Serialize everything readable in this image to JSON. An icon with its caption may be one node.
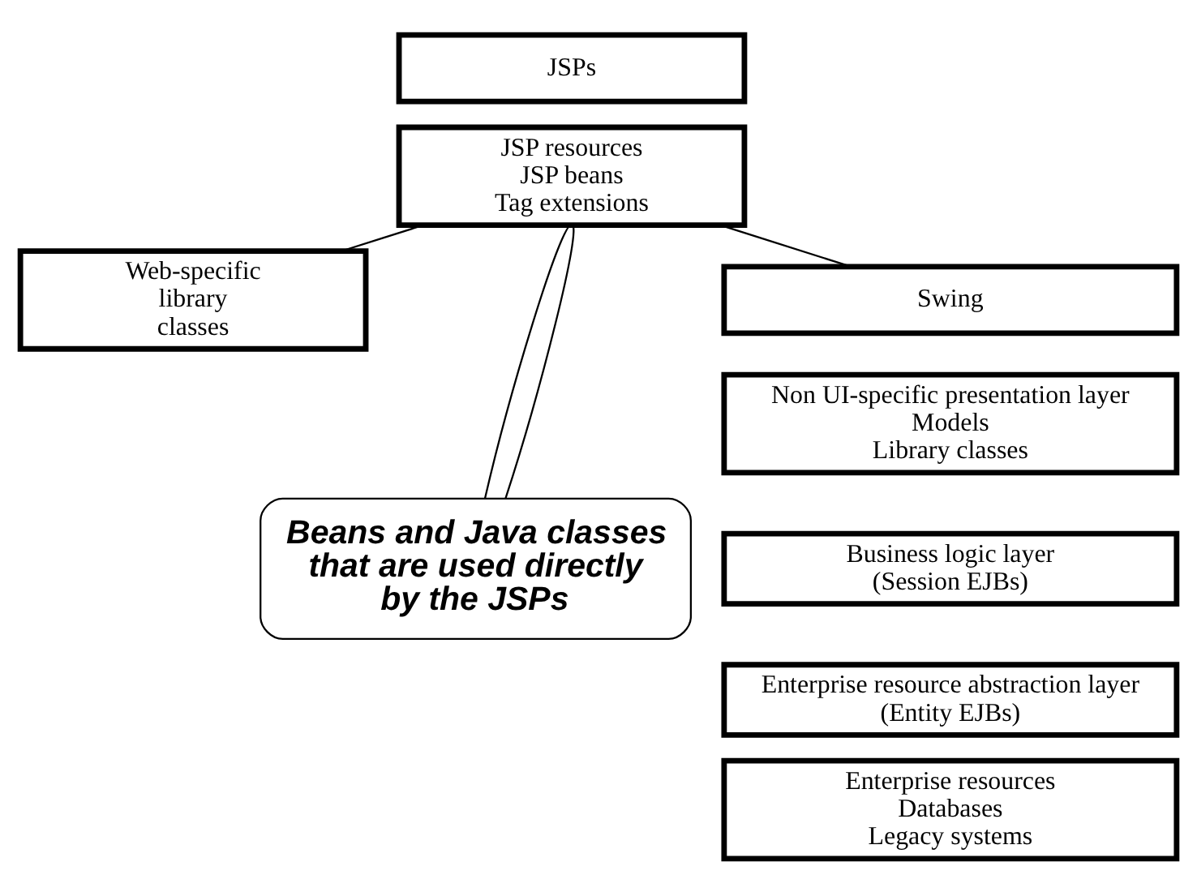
{
  "diagram": {
    "nodes": [
      {
        "text": [
          "JSPs"
        ]
      },
      {
        "text": [
          "JSP resources",
          "JSP beans",
          "Tag extensions"
        ]
      },
      {
        "text": [
          "Web-specific library classes"
        ]
      },
      {
        "text": [
          "Swing"
        ]
      },
      {
        "text": [
          "Non UI-specific presentation layer",
          "Models",
          "Library classes"
        ]
      },
      {
        "text": [
          "Business logic layer",
          "(Session EJBs)"
        ]
      },
      {
        "text": [
          "Enterprise resource abstraction layer",
          "(Entity EJBs)"
        ]
      },
      {
        "text": [
          "Enterprise resources",
          "Databases",
          "Legacy systems"
        ]
      },
      {
        "text": [
          "Beans and Java classes that are used directly by the JSPs"
        ]
      }
    ],
    "edges": [
      {
        "from": 1,
        "to": 2,
        "arrow": "none"
      },
      {
        "from": 1,
        "to": 3,
        "arrow": "none"
      },
      {
        "from": 8,
        "to": 1,
        "arrow": "none"
      },
      {
        "from": 8,
        "to": 1,
        "arrow": "none"
      }
    ]
  }
}
